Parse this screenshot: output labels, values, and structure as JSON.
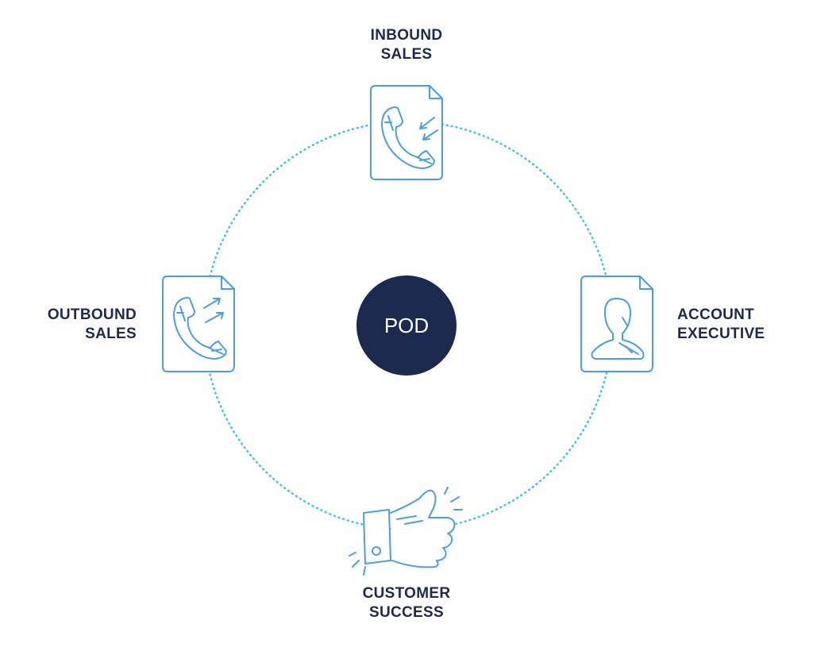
{
  "diagram": {
    "center": {
      "label": "POD"
    },
    "nodes": [
      {
        "id": "inbound",
        "line1": "INBOUND",
        "line2": "SALES",
        "icon": "phone-inbound-icon"
      },
      {
        "id": "account",
        "line1": "ACCOUNT",
        "line2": "EXECUTIVE",
        "icon": "person-icon"
      },
      {
        "id": "customer",
        "line1": "CUSTOMER",
        "line2": "SUCCESS",
        "icon": "thumbs-up-icon"
      },
      {
        "id": "outbound",
        "line1": "OUTBOUND",
        "line2": "SALES",
        "icon": "phone-outbound-icon"
      }
    ]
  },
  "colors": {
    "navy": "#1b2a4e",
    "ring": "#3ec6e6",
    "icon_stroke": "#4a9fe0",
    "background": "#ffffff"
  }
}
